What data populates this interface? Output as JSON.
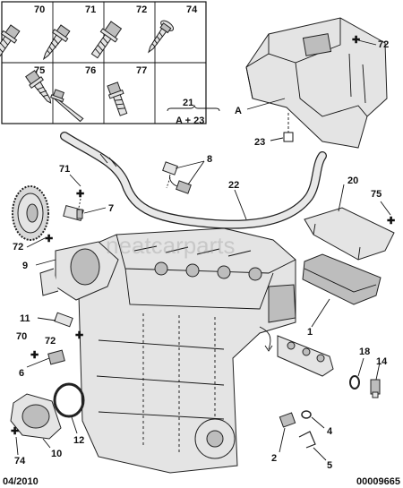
{
  "fastener_table": {
    "codes": [
      "70",
      "71",
      "72",
      "74",
      "75",
      "76",
      "77"
    ]
  },
  "callouts": {
    "c1": "1",
    "c2": "2",
    "c4": "4",
    "c5": "5",
    "c6": "6",
    "c7": "7",
    "c8": "8",
    "c9": "9",
    "c10": "10",
    "c11": "11",
    "c12": "12",
    "c14": "14",
    "c18": "18",
    "c20": "20",
    "c21": "21",
    "c21_sub": "A + 23",
    "c22": "22",
    "c23": "23",
    "cA": "A",
    "c70": "70",
    "c71": "71",
    "c72a": "72",
    "c72b": "72",
    "c72c": "72",
    "c74": "74",
    "c75": "75"
  },
  "watermark": "neatcarparts",
  "footer": {
    "date": "04/2010",
    "ref": "00009665"
  }
}
